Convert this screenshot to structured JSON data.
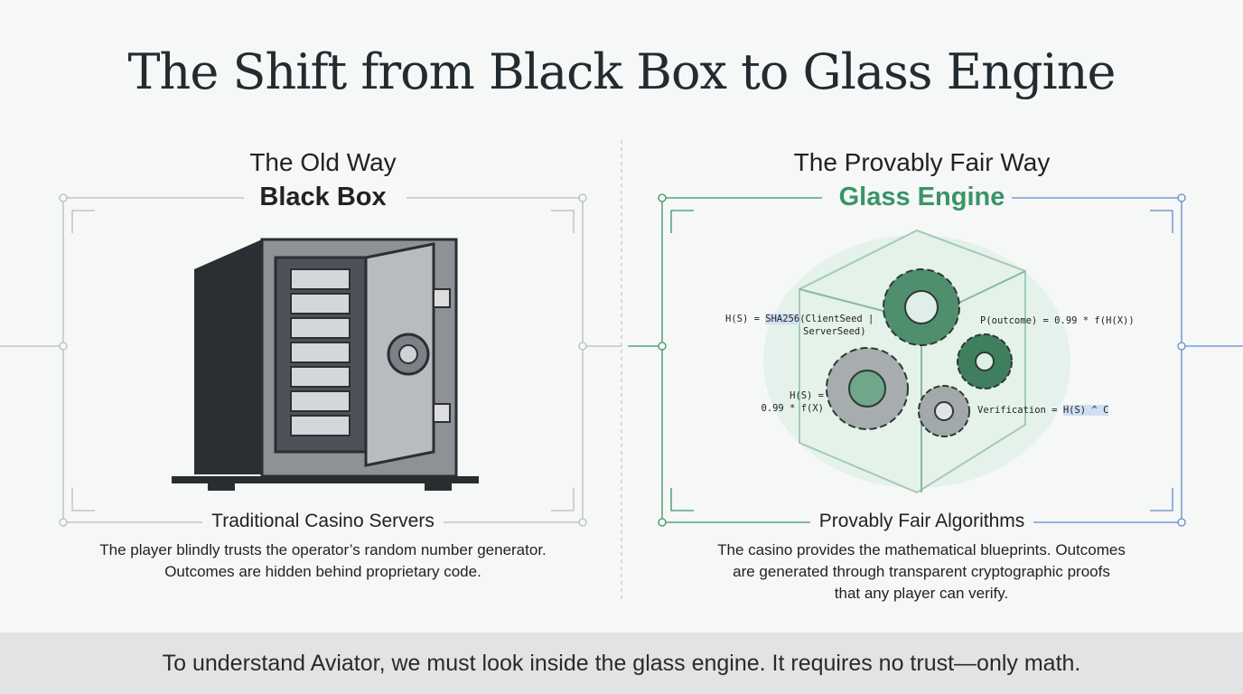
{
  "title": "The Shift from Black Box to Glass Engine",
  "left": {
    "heading": "The Old Way",
    "name": "Black Box",
    "caption": "Traditional Casino Servers",
    "description": [
      "The player blindly trusts the operator’s random number generator.",
      "Outcomes are hidden behind proprietary code."
    ]
  },
  "right": {
    "heading": "The Provably Fair Way",
    "name": "Glass Engine",
    "caption": "Provably Fair Algorithms",
    "description": [
      "The casino provides the mathematical blueprints. Outcomes",
      "are generated through transparent cryptographic proofs",
      "that any player can verify."
    ],
    "formulas": {
      "f1_prefix": "H(S) = ",
      "f1_hl": "SHA256",
      "f1_rest": "(ClientSeed |",
      "f1_line2": "ServerSeed)",
      "f2": "P(outcome) = 0.99 * f(H(X))",
      "f3_line1": "H(S) =",
      "f3_line2": "0.99 * f(X)",
      "f4_prefix": "Verification = ",
      "f4_hl": "H(S) ^ C"
    }
  },
  "footer": "To understand Aviator, we must look inside the glass engine. It requires no trust—only math.",
  "colors": {
    "green": "#3a9466",
    "blue": "#5b8fc7",
    "gray": "#b9bdbf"
  }
}
